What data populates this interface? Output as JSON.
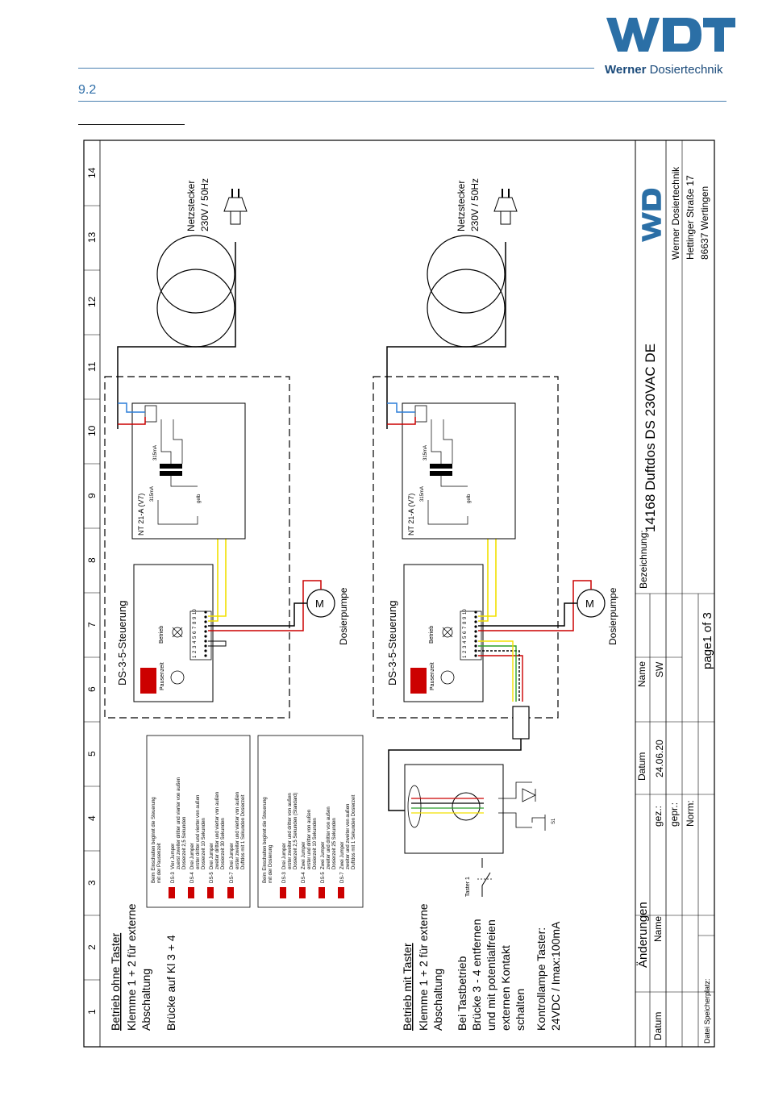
{
  "header": {
    "brand_bold": "Werner",
    "brand_rest": " Dosiertechnik",
    "section_number": "9.2"
  },
  "drawing": {
    "grid_numbers": [
      "1",
      "2",
      "3",
      "4",
      "5",
      "6",
      "7",
      "8",
      "9",
      "10",
      "11",
      "12",
      "13",
      "14"
    ],
    "top": {
      "title": "Betrieb ohne Taster",
      "line1": "Klemme 1 + 2 für externe",
      "line2": "Abschaltung",
      "line3": "Brücke auf Kl 3 + 4"
    },
    "bottom": {
      "title": "Betrieb mit Taster",
      "line1": "Klemme 1 + 2 für externe",
      "line2": "Abschaltung",
      "line3": "Bei Tastbetrieb",
      "line4": "Brücke 3 - 4 entfernen",
      "line5": "und mit potentialfreien",
      "line6": "externen Kontakt",
      "line7": "schalten",
      "line8": "Kontrollampe Taster:",
      "line9": "24VDC / Imax:100mA",
      "taster_label": "Taster 1",
      "s1_label": "S1"
    },
    "controller_label": "DS-3-5-Steuerung",
    "pause_label": "Pausenzeit",
    "betrieb_label": "Betrieb",
    "terminals": [
      "1",
      "2",
      "3",
      "4",
      "5",
      "6",
      "7",
      "8",
      "9",
      "10"
    ],
    "pump_label": "Dosierpumpe",
    "psu_label": "NT 21-A (V7)",
    "fuse1": "315mA",
    "fuse2": "315mA",
    "gelb_label": "gelb",
    "plug_label1": "Netzstecker",
    "plug_label2": "230V / 50Hz",
    "note_top": {
      "intro1": "Beim Einschalten beginnt die Steuerung",
      "intro2": "mit der Pausenzeit",
      "rows": [
        [
          "DS-3",
          "Vier Jumper",
          "zuerst zweiter dritter und vierter von außen",
          "Dosierzeit 2,5 Sekunden"
        ],
        [
          "DS-4",
          "Drei Jumper",
          "erster dritter und vierter von außen",
          "Dosierzeit 10 Sekunden"
        ],
        [
          "DS-5",
          "Drei Jumper",
          "zweiter dritter und vierter von außen",
          "Dosierzeit 30 Sekunden"
        ],
        [
          "DS-7",
          "Drei Jumper",
          "erster zweiter und vierter von außen",
          "Duftdos mit 1 Sekunden Dosierzeit"
        ]
      ]
    },
    "note_bottom": {
      "intro1": "Beim Einschalten beginnt die Steuerung",
      "intro2": "mit der Dosierung",
      "rows": [
        [
          "DS-3",
          "Drei Jumper",
          "erster zweiter und dritter von außen",
          "Dosierzeit 2,5 Sekunden (Standard)"
        ],
        [
          "DS-4",
          "Zwei Jumper",
          "erster und dritter von außen",
          "Dosierzeit 10 Sekunden"
        ],
        [
          "DS-5",
          "Zwei Jumper",
          "zweiter und dritter von außen",
          "Dosierzeit 25 Sekunden"
        ],
        [
          "DS-7",
          "Zwei Jumper",
          "zweiter und zweiter von außen",
          "Duftdos mit 1 Sekunden Dosierzeit"
        ]
      ]
    },
    "title_block": {
      "aenderungen": "Änderungen",
      "datum": "Datum",
      "name": "Name",
      "datum2": "Datum",
      "name2": "Name",
      "gez": "gez.:",
      "gepr": "gepr.:",
      "norm": "Norm:",
      "date_value": "24.06.20",
      "name_value": "SW",
      "bezeichnung_label": "Bezeichnung:",
      "bezeichnung": "14168 Duftdos DS 230VAC DE",
      "page": "page1 of 3",
      "company1": "Werner Dosiertechnik",
      "company2": "Hettinger Straße 17",
      "company3": "86637 Wertingen",
      "speicherplatz": "Datei Speicherplatz:"
    }
  }
}
